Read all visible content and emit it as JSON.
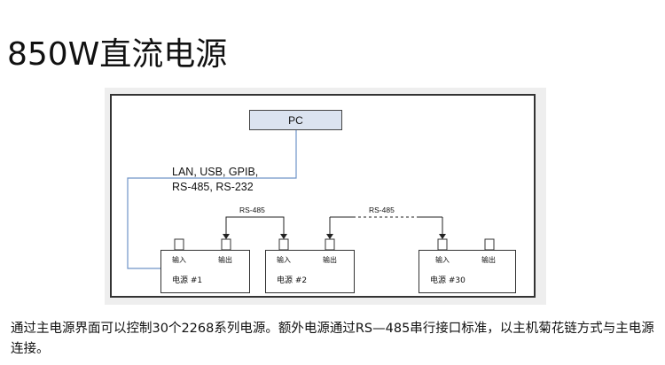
{
  "title": "850W直流电源",
  "diagram": {
    "pc_label": "PC",
    "interface_lines": [
      "LAN, USB, GPIB,",
      "RS-485, RS-232"
    ],
    "rs485_labels": [
      "RS-485",
      "RS-485"
    ],
    "supplies": [
      {
        "name": "电源 #1",
        "input_label": "输入",
        "output_label": "输出"
      },
      {
        "name": "电源 #2",
        "input_label": "输入",
        "output_label": "输出"
      },
      {
        "name": "电源 #30",
        "input_label": "输入",
        "output_label": "输出"
      }
    ],
    "colors": {
      "pc_fill": "#dbe3f0",
      "link_line": "#6f94c8"
    }
  },
  "caption": "通过主电源界面可以控制30个2268系列电源。额外电源通过RS—485串行接口标准，以主机菊花链方式与主电源连接。"
}
